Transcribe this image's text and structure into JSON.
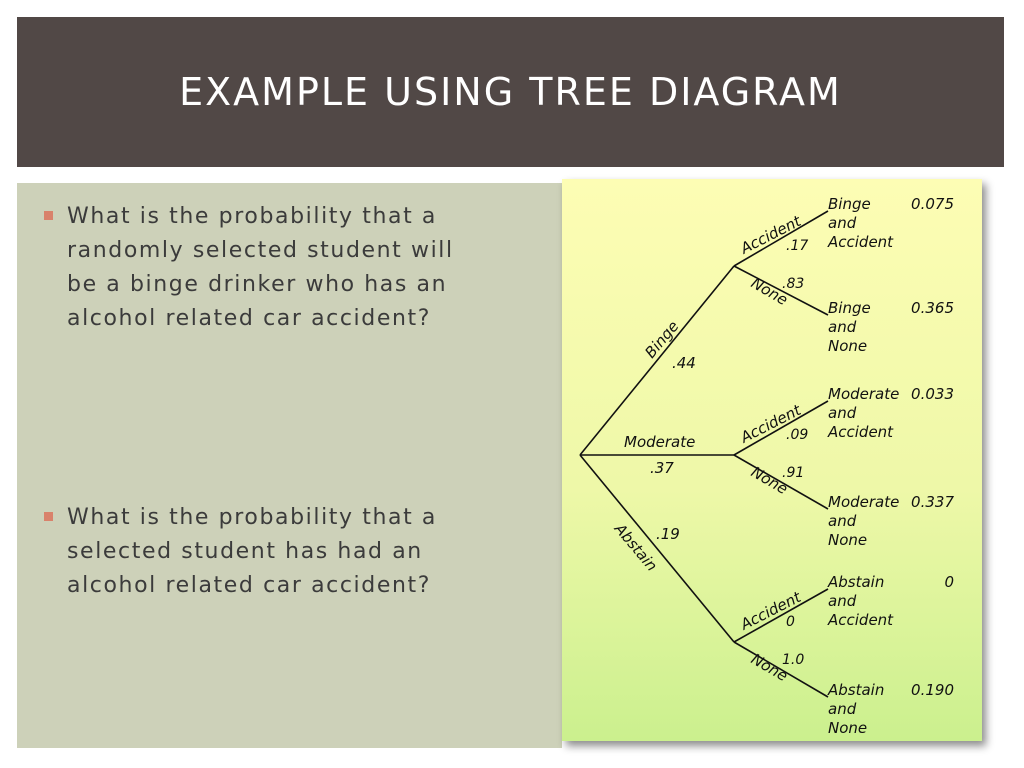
{
  "title": "EXAMPLE USING TREE DIAGRAM",
  "bullets": [
    {
      "text": "What is the probability that a randomly selected student will be a binge drinker who has an alcohol related car accident?"
    },
    {
      "text": "What is the probability that a selected student has had an alcohol related car accident?"
    }
  ],
  "tree": {
    "branches": [
      {
        "name": "Binge",
        "prob": ".44",
        "children": [
          {
            "name": "Accident",
            "prob": ".17",
            "outcome": [
              "Binge",
              "and",
              "Accident"
            ],
            "joint": "0.075"
          },
          {
            "name": "None",
            "prob": ".83",
            "outcome": [
              "Binge",
              "and",
              "None"
            ],
            "joint": "0.365"
          }
        ]
      },
      {
        "name": "Moderate",
        "prob": ".37",
        "children": [
          {
            "name": "Accident",
            "prob": ".09",
            "outcome": [
              "Moderate",
              "and",
              "Accident"
            ],
            "joint": "0.033"
          },
          {
            "name": "None",
            "prob": ".91",
            "outcome": [
              "Moderate",
              "and",
              "None"
            ],
            "joint": "0.337"
          }
        ]
      },
      {
        "name": "Abstain",
        "prob": ".19",
        "children": [
          {
            "name": "Accident",
            "prob": "0",
            "outcome": [
              "Abstain",
              "and",
              "Accident"
            ],
            "joint": "0"
          },
          {
            "name": "None",
            "prob": "1.0",
            "outcome": [
              "Abstain",
              "and",
              "None"
            ],
            "joint": "0.190"
          }
        ]
      }
    ]
  },
  "colors": {
    "title_bar": "#514846",
    "content_panel": "#cdd1b9",
    "bullet_marker": "#d9826b",
    "card_top": "#fdfdb4",
    "card_bottom": "#cbf08e"
  }
}
